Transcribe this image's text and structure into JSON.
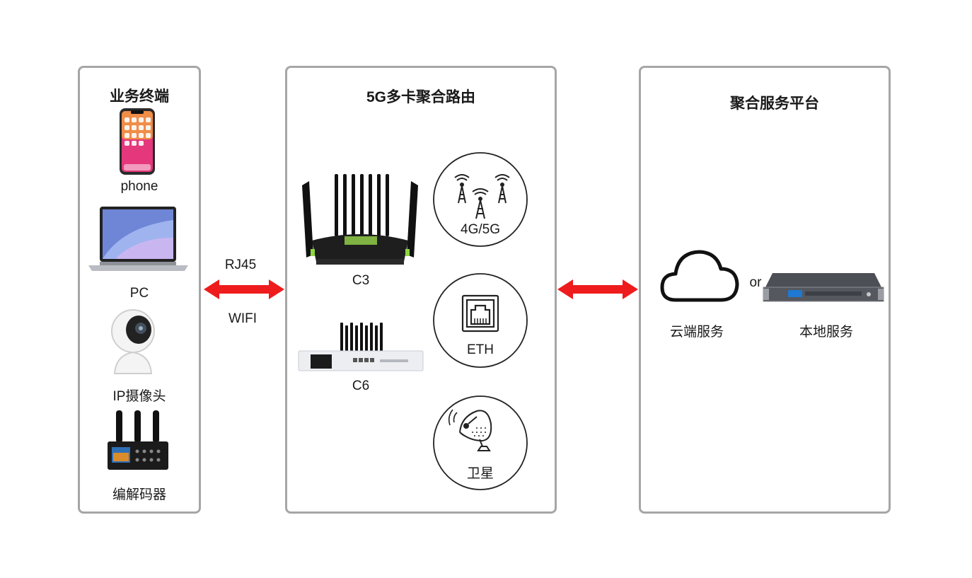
{
  "terminals": {
    "title": "业务终端",
    "items": [
      {
        "label": "phone"
      },
      {
        "label": "PC"
      },
      {
        "label": "IP摄像头"
      },
      {
        "label": "编解码器"
      }
    ]
  },
  "link_left": {
    "top_label": "RJ45",
    "bottom_label": "WIFI"
  },
  "router": {
    "title": "5G多卡聚合路由",
    "devices": [
      {
        "label": "C3"
      },
      {
        "label": "C6"
      }
    ],
    "uplinks": [
      {
        "label": "4G/5G",
        "icon": "cell-tower-icon"
      },
      {
        "label": "ETH",
        "icon": "ethernet-port-icon"
      },
      {
        "label": "卫星",
        "icon": "satellite-dish-icon"
      }
    ]
  },
  "platform": {
    "title": "聚合服务平台",
    "or_text": "or",
    "cloud_label": "云端服务",
    "local_label": "本地服务"
  },
  "colors": {
    "arrow": "#ee1c1c",
    "border": "#a6a6a6"
  }
}
